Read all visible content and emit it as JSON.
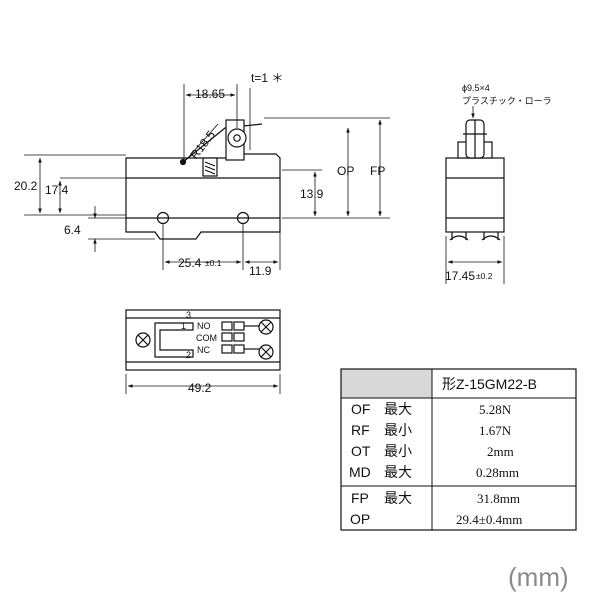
{
  "front_view": {
    "dims": {
      "d18_65": "18.65",
      "t_note": "t=1 ＊",
      "r18_5": "R18.5",
      "d20_2": "20.2",
      "d17_4": "17.4",
      "d6_4": "6.4",
      "d13_9": "13.9",
      "op": "OP",
      "fp": "FP",
      "d25_4": "25.4",
      "d25_4_tol": "±0.1",
      "d11_9": "11.9"
    }
  },
  "side_view": {
    "roller_spec": "ϕ9.5×4",
    "roller_material": "プラスチック・ローラ",
    "d17_45": "17.45",
    "d17_45_tol": "±0.2"
  },
  "bottom_view": {
    "terminals": {
      "t1": "1",
      "t3": "3",
      "t2": "2",
      "no": "NO",
      "com": "COM",
      "nc": "NC"
    },
    "d49_2": "49.2"
  },
  "spec_table": {
    "model": "形Z-15GM22-B",
    "rows": [
      {
        "label": "OF",
        "qual": "最大",
        "value": "5.28N"
      },
      {
        "label": "RF",
        "qual": "最小",
        "value": "1.67N"
      },
      {
        "label": "OT",
        "qual": "最小",
        "value": "2mm"
      },
      {
        "label": "MD",
        "qual": "最大",
        "value": "0.28mm"
      },
      {
        "label": "FP",
        "qual": "最大",
        "value": "31.8mm"
      },
      {
        "label": "OP",
        "qual": "",
        "value": "29.4±0.4mm"
      }
    ]
  },
  "unit_note": "(mm)"
}
